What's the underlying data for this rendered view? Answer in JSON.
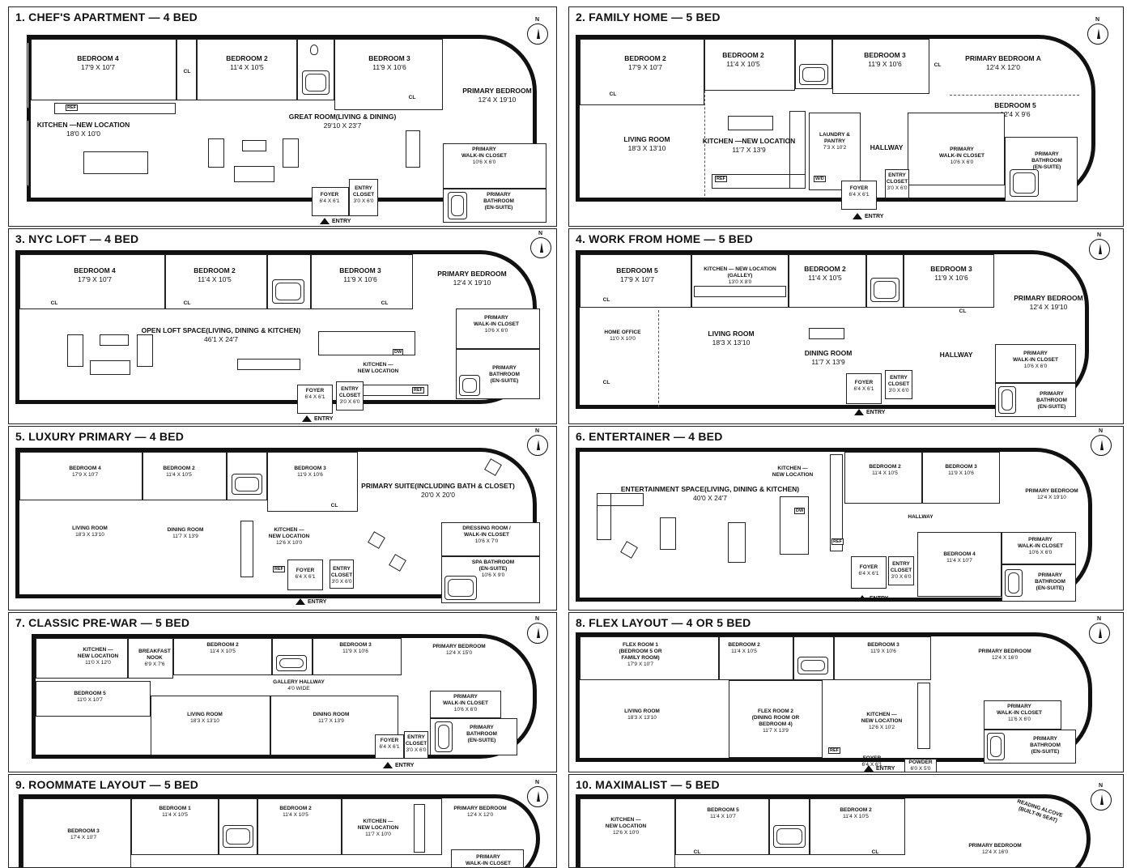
{
  "panels": [
    {
      "title": "1. CHEF'S APARTMENT — 4 BED"
    },
    {
      "title": "2. FAMILY HOME — 5 BED"
    },
    {
      "title": "3. NYC LOFT — 4 BED"
    },
    {
      "title": "4. WORK FROM HOME — 5 BED"
    },
    {
      "title": "5. LUXURY PRIMARY — 4 BED"
    },
    {
      "title": "6. ENTERTAINER — 4 BED"
    },
    {
      "title": "7. CLASSIC PRE-WAR — 5 BED"
    },
    {
      "title": "8. FLEX LAYOUT — 4 OR 5 BED"
    },
    {
      "title": "9. ROOMMATE LAYOUT — 5 BED"
    },
    {
      "title": "10. MAXIMALIST — 5 BED"
    }
  ],
  "common": {
    "entry": "ENTRY",
    "north": "N",
    "cl": "CL",
    "ref": "REF",
    "dw": "DW",
    "wd": "W/D"
  },
  "p1": {
    "bed4": "BEDROOM 4",
    "bed4_dim": "17'9 x 10'7",
    "bed2": "BEDROOM 2",
    "bed2_dim": "11'4 x 10'5",
    "bed3": "BEDROOM 3",
    "bed3_dim": "11'9 x 10'6",
    "primary": "PRIMARY BEDROOM",
    "primary_dim": "12'4 x 19'10",
    "kitchen": "KITCHEN —",
    "kitchen2": "NEW LOCATION",
    "kitchen_dim": "18'0 x 10'0",
    "great": "GREAT ROOM",
    "great2": "(LIVING & DINING)",
    "great_dim": "29'10 x 23'7",
    "closet": "PRIMARY",
    "closet2": "WALK-IN CLOSET",
    "closet_dim": "10'6 x 6'0",
    "bath": "PRIMARY",
    "bath2": "BATHROOM",
    "bath3": "(EN-SUITE)",
    "foyer": "FOYER",
    "foyer_dim": "6'4 x 6'1",
    "entrycl": "ENTRY",
    "entrycl2": "CLOSET",
    "entrycl_dim": "3'0 x 6'0"
  },
  "p2": {
    "bed2a": "BEDROOM 2",
    "bed2a_dim": "17'9 x 10'7",
    "bed2b": "BEDROOM 2",
    "bed2b_dim": "11'4 x 10'5",
    "bed3": "BEDROOM 3",
    "bed3_dim": "11'9 x 10'6",
    "primaryA": "PRIMARY BEDROOM A",
    "primaryA_dim": "12'4 x 12'0",
    "bed5": "BEDROOM 5",
    "bed5_dim": "12'4 x 9'6",
    "living": "LIVING ROOM",
    "living_dim": "18'3 x 13'10",
    "kitchen": "KITCHEN —",
    "kitchen2": "NEW LOCATION",
    "kitchen_dim": "11'7 x 13'9",
    "laundry": "LAUNDRY &",
    "laundry2": "PANTRY",
    "laundry_dim": "7'3 x 10'2",
    "hallway": "HALLWAY",
    "closet": "PRIMARY",
    "closet2": "WALK-IN CLOSET",
    "closet_dim": "10'6 x 6'0",
    "bath": "PRIMARY",
    "bath2": "BATHROOM",
    "bath3": "(EN-SUITE)",
    "foyer": "FOYER",
    "foyer_dim": "6'4 x 6'1",
    "entrycl": "ENTRY",
    "entrycl2": "CLOSET",
    "entrycl_dim": "3'0 x 6'0"
  },
  "p3": {
    "bed4": "BEDROOM 4",
    "bed4_dim": "17'9 x 10'7",
    "bed2": "BEDROOM 2",
    "bed2_dim": "11'4 x 10'5",
    "bed3": "BEDROOM 3",
    "bed3_dim": "11'9 x 10'6",
    "primary": "PRIMARY BEDROOM",
    "primary_dim": "12'4 x 19'10",
    "loft": "OPEN LOFT SPACE",
    "loft2": "(LIVING, DINING & KITCHEN)",
    "loft_dim": "46'1 x 24'7",
    "kitchen": "KITCHEN —",
    "kitchen2": "NEW LOCATION",
    "closet": "PRIMARY",
    "closet2": "WALK-IN CLOSET",
    "closet_dim": "10'6 x 6'0",
    "bath": "PRIMARY",
    "bath2": "BATHROOM",
    "bath3": "(EN-SUITE)",
    "foyer": "FOYER",
    "foyer_dim": "6'4 x 6'1",
    "entrycl": "ENTRY",
    "entrycl2": "CLOSET",
    "entrycl_dim": "3'0 x 6'0"
  },
  "p4": {
    "bed5": "BEDROOM 5",
    "bed5_dim": "17'9 x 10'7",
    "kitchen": "KITCHEN — NEW LOCATION",
    "kitchen2": "(GALLEY)",
    "kitchen_dim": "13'0 x 8'0",
    "bed2": "BEDROOM 2",
    "bed2_dim": "11'4 x 10'5",
    "bed3": "BEDROOM 3",
    "bed3_dim": "11'9 x 10'6",
    "primary": "PRIMARY BEDROOM",
    "primary_dim": "12'4 x 19'10",
    "office": "HOME OFFICE",
    "office_dim": "11'0 x 10'0",
    "living": "LIVING ROOM",
    "living_dim": "18'3 x 13'10",
    "dining": "DINING ROOM",
    "dining_dim": "11'7 x 13'9",
    "hallway": "HALLWAY",
    "closet": "PRIMARY",
    "closet2": "WALK-IN CLOSET",
    "closet_dim": "10'6 x 6'0",
    "bath": "PRIMARY",
    "bath2": "BATHROOM",
    "bath3": "(EN-SUITE)",
    "foyer": "FOYER",
    "foyer_dim": "6'4 x 6'1",
    "entrycl": "ENTRY",
    "entrycl2": "CLOSET",
    "entrycl_dim": "3'0 x 6'0"
  },
  "p5": {
    "bed4": "BEDROOM 4",
    "bed4_dim": "17'9 x 10'7",
    "bed2": "BEDROOM 2",
    "bed2_dim": "11'4 x 10'5",
    "bed3": "BEDROOM 3",
    "bed3_dim": "11'9 x 10'6",
    "suite": "PRIMARY SUITE",
    "suite2": "(INCLUDING BATH & CLOSET)",
    "suite_dim": "20'0 x 20'0",
    "living": "LIVING ROOM",
    "living_dim": "18'3 x 13'10",
    "dining": "DINING ROOM",
    "dining_dim": "11'7 x 13'9",
    "kitchen": "KITCHEN —",
    "kitchen2": "NEW LOCATION",
    "kitchen_dim": "12'6 x 10'0",
    "dressing": "DRESSING ROOM /",
    "dressing2": "WALK-IN CLOSET",
    "dressing_dim": "10'6 x 7'0",
    "spa": "SPA BATHROOM",
    "spa2": "(EN-SUITE)",
    "spa_dim": "10'6 x 9'0",
    "foyer": "FOYER",
    "foyer_dim": "6'4 x 6'1",
    "entrycl": "ENTRY",
    "entrycl2": "CLOSET",
    "entrycl_dim": "3'0 x 6'0"
  },
  "p6": {
    "ent": "ENTERTAINMENT SPACE",
    "ent2": "(LIVING, DINING & KITCHEN)",
    "ent_dim": "40'0 x 24'7",
    "kitchen": "KITCHEN —",
    "kitchen2": "NEW LOCATION",
    "bed2": "BEDROOM 2",
    "bed2_dim": "11'4 x 10'5",
    "bed3": "BEDROOM 3",
    "bed3_dim": "11'9 x 10'6",
    "primary": "PRIMARY BEDROOM",
    "primary_dim": "12'4 x 19'10",
    "hallway": "HALLWAY",
    "bed4": "BEDROOM 4",
    "bed4_dim": "11'4 x 10'7",
    "closet": "PRIMARY",
    "closet2": "WALK-IN CLOSET",
    "closet_dim": "10'6 x 6'0",
    "bath": "PRIMARY",
    "bath2": "BATHROOM",
    "bath3": "(EN-SUITE)",
    "foyer": "FOYER",
    "foyer_dim": "6'4 x 6'1",
    "entrycl": "ENTRY",
    "entrycl2": "CLOSET",
    "entrycl_dim": "3'0 x 6'0"
  },
  "p7": {
    "kitchen": "KITCHEN —",
    "kitchen2": "NEW LOCATION",
    "kitchen_dim": "11'0 x 12'0",
    "nook": "BREAKFAST",
    "nook2": "NOOK",
    "nook_dim": "6'9 x 7'6",
    "bed2": "BEDROOM 2",
    "bed2_dim": "11'4 x 10'5",
    "bed3": "BEDROOM 3",
    "bed3_dim": "11'9 x 10'6",
    "primary": "PRIMARY BEDROOM",
    "primary_dim": "12'4 x 15'0",
    "gallery": "GALLERY HALLWAY",
    "gallery_dim": "4'0 WIDE",
    "bed5": "BEDROOM 5",
    "bed5_dim": "11'0 x 10'7",
    "living": "LIVING ROOM",
    "living_dim": "18'3 x 13'10",
    "dining": "DINING ROOM",
    "dining_dim": "11'7 x 13'9",
    "closet": "PRIMARY",
    "closet2": "WALK-IN CLOSET",
    "closet_dim": "10'6 x 6'0",
    "bath": "PRIMARY",
    "bath2": "BATHROOM",
    "bath3": "(EN-SUITE)",
    "foyer": "FOYER",
    "foyer_dim": "6'4 x 6'1",
    "entrycl": "ENTRY",
    "entrycl2": "CLOSET",
    "entrycl_dim": "3'0 x 6'0"
  },
  "p8": {
    "flex1": "FLEX ROOM 1",
    "flex1b": "(BEDROOM 5 OR",
    "flex1c": "FAMILY ROOM)",
    "flex1_dim": "17'9 x 10'7",
    "bed2": "BEDROOM 2",
    "bed2_dim": "11'4 x 10'5",
    "bed3": "BEDROOM 3",
    "bed3_dim": "11'9 x 10'6",
    "primary": "PRIMARY BEDROOM",
    "primary_dim": "12'4 x 16'0",
    "living": "LIVING ROOM",
    "living_dim": "18'3 x 13'10",
    "flex2": "FLEX ROOM 2",
    "flex2b": "(DINING ROOM OR",
    "flex2c": "BEDROOM 4)",
    "flex2_dim": "11'7 x 13'9",
    "kitchen": "KITCHEN —",
    "kitchen2": "NEW LOCATION",
    "kitchen_dim": "12'6 x 10'2",
    "closet": "PRIMARY",
    "closet2": "WALK-IN CLOSET",
    "closet_dim": "11'6 x 6'0",
    "bath": "PRIMARY",
    "bath2": "BATHROOM",
    "bath3": "(EN-SUITE)",
    "foyer": "FOYER",
    "foyer_dim": "6'4 x 6'1",
    "powder": "POWDER",
    "powder_dim": "6'0 x 5'0"
  },
  "p9": {
    "bed3": "BEDROOM 3",
    "bed3_dim": "17'4 x 10'7",
    "bed1": "BEDROOM 1",
    "bed1_dim": "11'4 x 10'5",
    "bed2": "BEDROOM 2",
    "bed2_dim": "11'4 x 10'5",
    "kitchen": "KITCHEN —",
    "kitchen2": "NEW LOCATION",
    "kitchen_dim": "11'7 x 10'0",
    "primary": "PRIMARY BEDROOM",
    "primary_dim": "12'4 x 12'0",
    "closet": "PRIMARY",
    "closet2": "WALK-IN CLOSET"
  },
  "p10": {
    "kitchen": "KITCHEN —",
    "kitchen2": "NEW LOCATION",
    "kitchen_dim": "12'6 x 10'0",
    "bed5": "BEDROOM 5",
    "bed5_dim": "11'4 x 10'7",
    "bed2": "BEDROOM 2",
    "bed2_dim": "11'4 x 10'5",
    "alcove": "READING ALCOVE",
    "alcove2": "(BUILT-IN SEAT)",
    "primary": "PRIMARY BEDROOM",
    "primary_dim": "12'4 x 16'0"
  }
}
